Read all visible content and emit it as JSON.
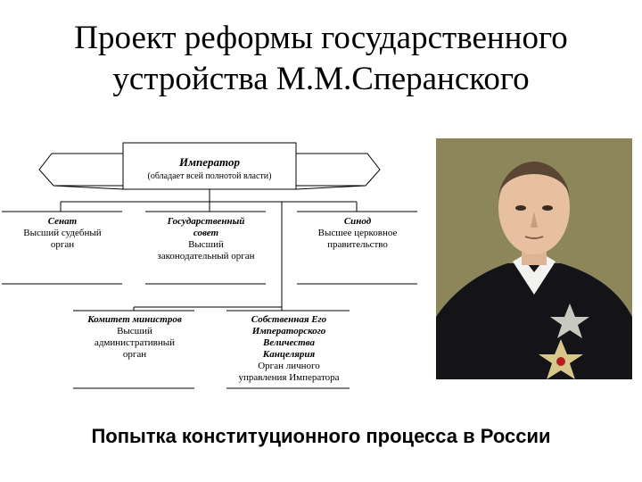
{
  "slide": {
    "title_line1": "Проект реформы государственного",
    "title_line2": "устройства  М.М.Сперанского",
    "caption": "Попытка конституционного процесса в России"
  },
  "diagram": {
    "emperor": {
      "title": "Император",
      "subtitle": "(обладает всей полнотой власти)"
    },
    "nodes": [
      {
        "title": "Сенат",
        "desc": "Высший судебный орган"
      },
      {
        "title": "Государственный совет",
        "desc": "Высший законодательный орган"
      },
      {
        "title": "Синод",
        "desc": "Высшее церковное правительство"
      },
      {
        "title": "Комитет министров",
        "desc": "Высший административный орган"
      },
      {
        "title": "Собственная Его Императорского Величества Канцелярия",
        "desc": "Орган личного управления Императора"
      }
    ]
  },
  "portrait": {
    "colors": {
      "background": "#9c9566",
      "coat": "#141418",
      "face": "#e6c0a0",
      "star": "#c8c8c0"
    }
  }
}
